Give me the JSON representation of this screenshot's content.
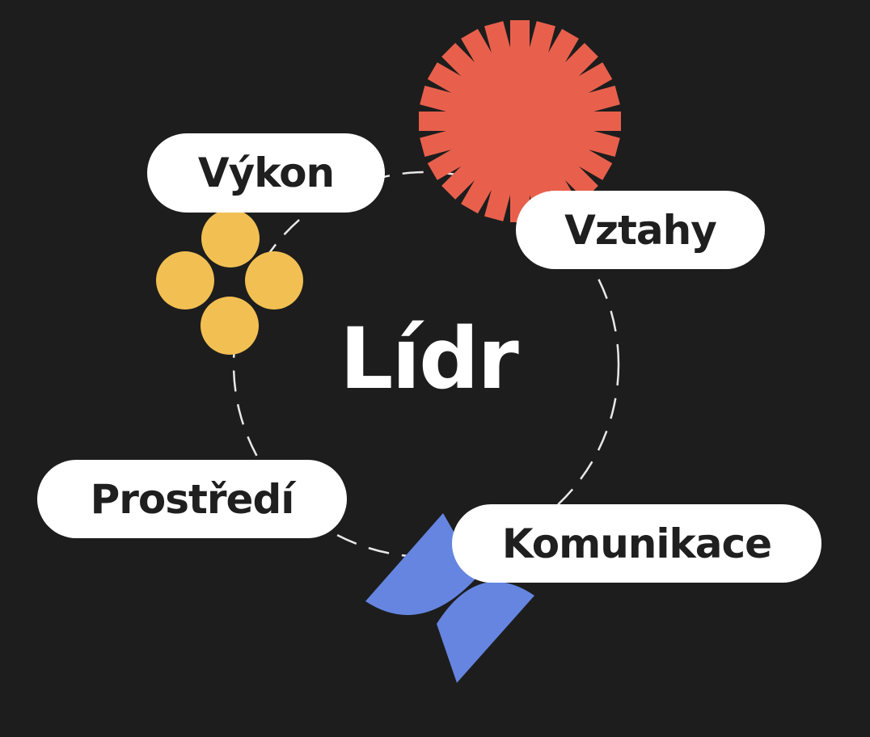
{
  "center": {
    "label": "Lídr"
  },
  "nodes": [
    {
      "label": "Výkon"
    },
    {
      "label": "Vztahy"
    },
    {
      "label": "Prostředí"
    },
    {
      "label": "Komunikace"
    }
  ],
  "colors": {
    "background": "#1d1d1d",
    "sunburst": "#e8604c",
    "flower": "#f2c052",
    "butterfly": "#6585e0",
    "pill": "#ffffff",
    "ring": "#e8e8e8"
  },
  "icons": [
    "sunburst-icon",
    "flower-icon",
    "butterfly-icon"
  ]
}
